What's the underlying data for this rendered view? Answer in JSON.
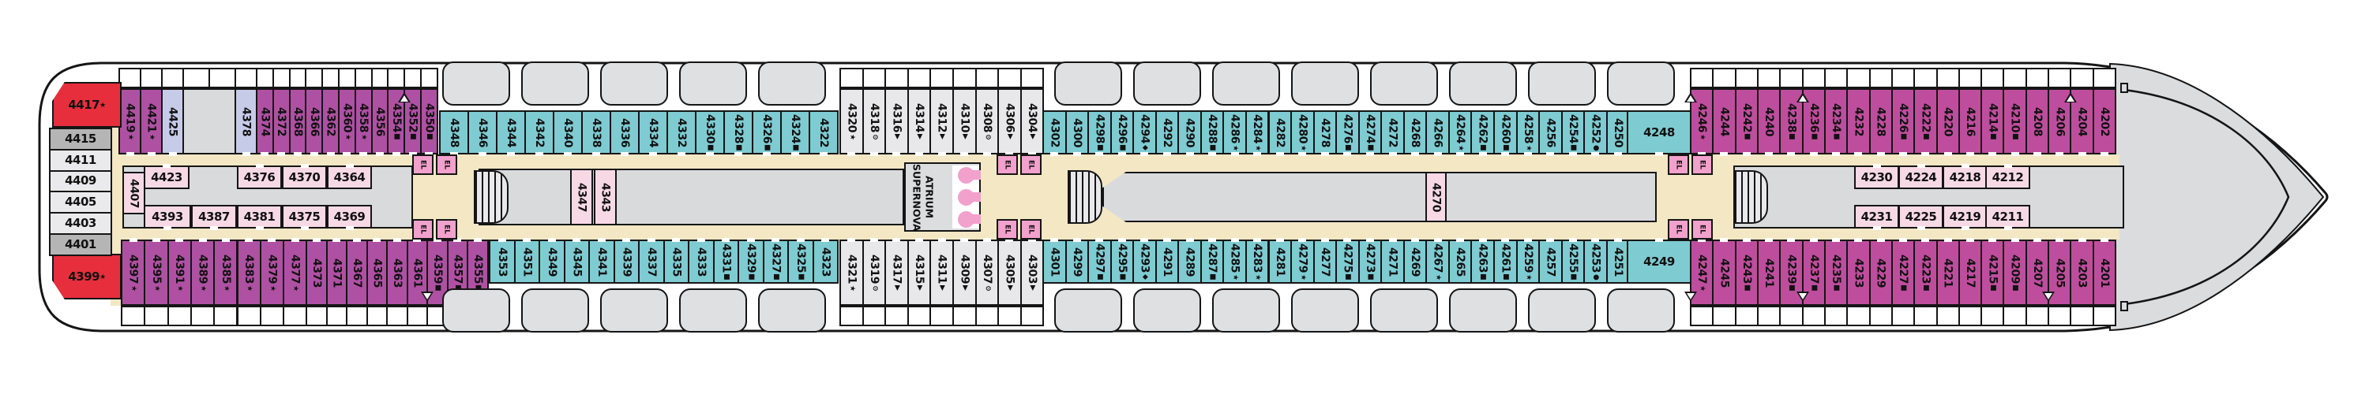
{
  "atrium": {
    "label": "SUPERNOVA ATRIUM"
  },
  "elevator": {
    "label": "EL"
  },
  "symbols": {
    "*": "★",
    "s": "■",
    "d": "●",
    "m": "◆",
    "t": "▶",
    "g": "⚙"
  },
  "colors": {
    "purple_aft": "#AF51A3",
    "magenta_fwd": "#BE4E9D",
    "teal": "#7FCBD2",
    "white_cabin": "#E8E8EA",
    "periwinkle": "#C6CBE8",
    "red": "#E62E3C",
    "interior_pink": "#F7D9E6",
    "elevator_pink": "#F2A0CC",
    "corridor": "#F3E7C4",
    "service_gray": "#D9DADC",
    "lifeboat_gray": "#DFE0E2"
  },
  "stern": {
    "red_top": "4417*",
    "red_bottom": "4399*",
    "column": [
      {
        "number": "4415",
        "shade": "gray"
      },
      {
        "number": "4411",
        "shade": "light"
      },
      {
        "number": "4409",
        "shade": "light"
      },
      {
        "number": "4405",
        "shade": "light"
      },
      {
        "number": "4403",
        "shade": "light"
      },
      {
        "number": "4401",
        "shade": "gray"
      }
    ]
  },
  "top_row": {
    "segments": [
      {
        "color": "purple",
        "band": "balcony",
        "cabins": [
          "4419*",
          "4421*"
        ]
      },
      {
        "color": "peri",
        "band": "balcony",
        "cabins": [
          "4425"
        ]
      },
      {
        "color": "peri",
        "band": "balcony",
        "cabins": [
          "4378"
        ]
      },
      {
        "color": "purple",
        "band": "balcony",
        "cabins": [
          "4374",
          "4372",
          "4368",
          "4366",
          "4362",
          "4360*",
          "4358*",
          "4356",
          "4354s",
          "4352s^",
          "4350s"
        ]
      },
      {
        "color": "teal",
        "band": "boat",
        "cabins": [
          "4348",
          "4346",
          "4344",
          "4342",
          "4340",
          "4338",
          "4336",
          "4334",
          "4332",
          "4330s",
          "4328s",
          "4326s",
          "4324s",
          "4322"
        ]
      },
      {
        "color": "white",
        "band": "balcony",
        "cabins": [
          "4320*",
          "4318g",
          "4316t",
          "4314t",
          "4312t",
          "4310t",
          "4308g",
          "4306t",
          "4304t"
        ]
      },
      {
        "color": "teal",
        "band": "boat",
        "cabins": [
          "4302",
          "4300",
          "4298s",
          "4296s",
          "4294m",
          "4292",
          "4290",
          "4288s",
          "4286*",
          "4284*",
          "4282",
          "4280*",
          "4278",
          "4276s",
          "4274s",
          "4272",
          "4268",
          "4266",
          "4264*",
          "4262s",
          "4260s",
          "4258*",
          "4256",
          "4254s",
          "4252d",
          "4250"
        ]
      },
      {
        "color": "magenta",
        "band": "balcony",
        "cabins": [
          "4246*^",
          "4244",
          "4242s",
          "4240",
          "4238s",
          "4236s^",
          "4234s",
          "4232",
          "4228",
          "4226s",
          "4222s",
          "4220",
          "4216",
          "4214s",
          "4210s",
          "4208",
          "4206",
          "4204^",
          "4202"
        ]
      }
    ],
    "wide_cabin": "4248"
  },
  "bottom_row": {
    "segments": [
      {
        "color": "purple",
        "band": "balcony",
        "cabins": [
          "4397*",
          "4395*",
          "4391*",
          "4389*",
          "4385*",
          "4383*",
          "4379*",
          "4377*"
        ]
      },
      {
        "color": "purple",
        "band": "balcony",
        "cabins": [
          "4373",
          "4371",
          "4367",
          "4365",
          "4363",
          "4361",
          "4359s^",
          "4357s",
          "4355s"
        ]
      },
      {
        "color": "teal",
        "band": "boat",
        "cabins": [
          "4353",
          "4351",
          "4349",
          "4345",
          "4341",
          "4339",
          "4337",
          "4335",
          "4333",
          "4331s",
          "4329s",
          "4327s",
          "4325s",
          "4323"
        ]
      },
      {
        "color": "white",
        "band": "balcony",
        "cabins": [
          "4321*",
          "4319g",
          "4317t",
          "4315t",
          "4311t",
          "4309t",
          "4307g",
          "4305t",
          "4303t"
        ]
      },
      {
        "color": "teal",
        "band": "boat",
        "cabins": [
          "4301",
          "4299",
          "4297s",
          "4295s",
          "4293m",
          "4291",
          "4289",
          "4287s",
          "4285*",
          "4283*",
          "4281",
          "4279*",
          "4277",
          "4275s",
          "4273s",
          "4271",
          "4269",
          "4267*",
          "4265",
          "4263s",
          "4261s",
          "4259*",
          "4257",
          "4255s",
          "4253d",
          "4251"
        ]
      },
      {
        "color": "magenta",
        "band": "balcony",
        "cabins": [
          "4247*^",
          "4245",
          "4243s",
          "4241",
          "4239s",
          "4237s^",
          "4235s",
          "4233",
          "4229",
          "4227s",
          "4223s",
          "4221",
          "4217",
          "4215s",
          "4209s",
          "4207",
          "4205^",
          "4203",
          "4201"
        ]
      }
    ],
    "wide_cabin": "4249"
  },
  "interior": {
    "aft_top": [
      "4423",
      "4376",
      "4370",
      "4364"
    ],
    "aft_left_vertical": "4407",
    "aft_bottom": [
      "4393",
      "4387",
      "4381",
      "4375",
      "4369"
    ],
    "mid_vertical": [
      "4347",
      "4343"
    ],
    "center_vertical": "4270",
    "fwd_top": [
      "4230",
      "4224",
      "4218",
      "4212"
    ],
    "fwd_bottom": [
      "4231",
      "4225",
      "4219",
      "4211"
    ]
  }
}
